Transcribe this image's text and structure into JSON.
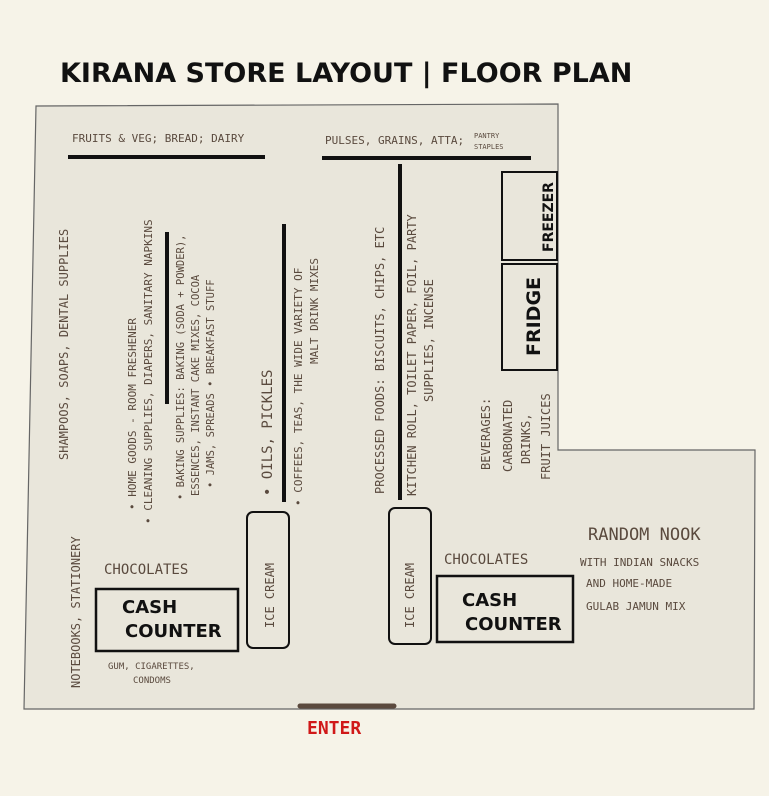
{
  "title": "KIRANA   STORE LAYOUT | FLOOR PLAN",
  "colors": {
    "floor": "#e9e6db",
    "ink": "#111111",
    "label": "#5a4a3e",
    "enter": "#d01818",
    "door": "#5b4a3e"
  },
  "labels": {
    "fruits_veg": "FRUITS & VEG; BREAD; DAIRY",
    "pulses": "PULSES, GRAINS, ATTA;",
    "pantry_1": "PANTRY",
    "pantry_2": "STAPLES",
    "shampoos": "SHAMPOOS, SOAPS, DENTAL SUPPLIES",
    "notebooks": "NOTEBOOKS, STATIONERY",
    "home_goods_1": "• HOME GOODS - ROOM FRESHENER",
    "home_goods_2": "• CLEANING SUPPLIES, DIAPERS, SANITARY NAPKINS",
    "baking_1": "• BAKING SUPPLIES: BAKING (SODA + POWDER),",
    "baking_2": "ESSENCES, INSTANT CAKE MIXES, COCOA",
    "baking_3": "• JAMS, SPREADS  • BREAKFAST STUFF",
    "oils": "• OILS, PICKLES",
    "coffees_1": "• COFFEES, TEAS, THE WIDE VARIETY OF",
    "coffees_2": "MALT DRINK MIXES",
    "processed": "PROCESSED FOODS: BISCUITS, CHIPS, ETC",
    "kitchen_1": "KITCHEN ROLL, TOILET PAPER, FOIL, PARTY",
    "kitchen_2": "SUPPLIES, INCENSE",
    "beverages_1": "BEVERAGES:",
    "beverages_2": "CARBONATED",
    "beverages_3": "DRINKS,",
    "beverages_4": "FRUIT JUICES",
    "freezer": "FREEZER",
    "fridge": "FRIDGE",
    "ice_cream_left": "ICE CREAM",
    "ice_cream_right": "ICE CREAM",
    "chocolates_left": "CHOCOLATES",
    "chocolates_right": "CHOCOLATES",
    "cash_left_1": "CASH",
    "cash_left_2": "COUNTER",
    "cash_right_1": "CASH",
    "cash_right_2": "COUNTER",
    "gum_1": "GUM, CIGARETTES,",
    "gum_2": "CONDOMS",
    "nook_1": "RANDOM NOOK",
    "nook_2": "WITH INDIAN SNACKS",
    "nook_3": "AND HOME-MADE",
    "nook_4": "GULAB JAMUN MIX",
    "enter": "ENTER"
  }
}
